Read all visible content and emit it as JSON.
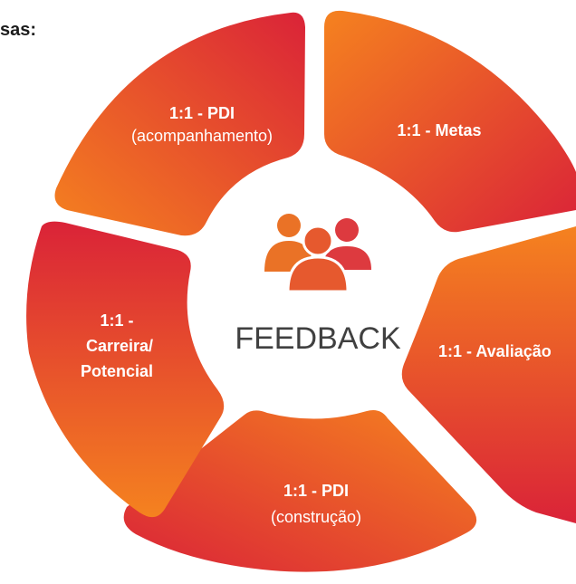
{
  "heading": "sas:",
  "center_label": "FEEDBACK",
  "center_icon": "people-group-icon",
  "colors": {
    "gradient_orange": "#f5821f",
    "gradient_red": "#da2338",
    "icon_orange": "#ea7226",
    "icon_red": "#dd3a3f",
    "center_text": "#404040",
    "segment_text": "#ffffff",
    "heading_text": "#1c1c1c"
  },
  "segments": [
    {
      "title": "1:1 - PDI",
      "subtitle": "(acompanhamento)"
    },
    {
      "title": "1:1 - Metas",
      "subtitle": ""
    },
    {
      "title": "1:1 - Avaliação",
      "subtitle": ""
    },
    {
      "title": "1:1 - PDI",
      "subtitle": "(construção)"
    },
    {
      "title": "1:1 -",
      "subtitle": "Carreira/",
      "extra": "Potencial"
    }
  ]
}
